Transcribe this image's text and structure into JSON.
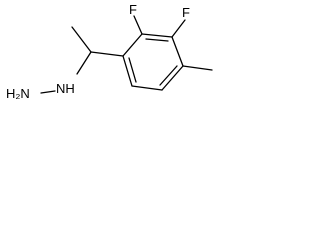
{
  "molecule": {
    "labels": {
      "fluorine_top": "F",
      "fluorine_right": "F",
      "amine": "H₂N",
      "imine": "NH"
    },
    "bond_color": "#000000",
    "label_color": "#000000",
    "background": "#ffffff"
  }
}
